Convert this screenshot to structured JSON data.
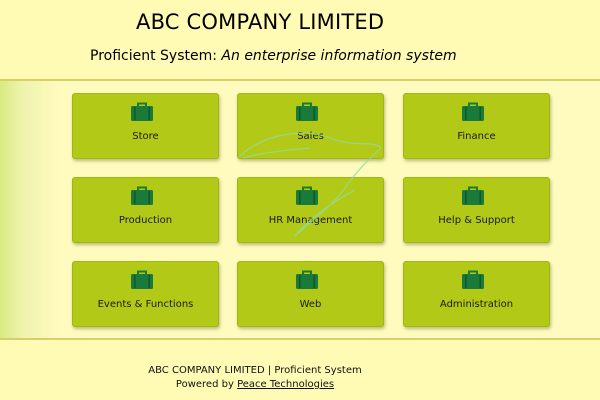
{
  "header": {
    "company_title": "ABC COMPANY LIMITED",
    "system_name": "Proficient System:",
    "system_description": "An enterprise information system"
  },
  "colors": {
    "background": "#fffbb5",
    "tile": "#b3c918",
    "icon": "#1a7a3a",
    "divider": "#d8cf68"
  },
  "tiles": [
    {
      "label": "Store",
      "icon": "briefcase-icon"
    },
    {
      "label": "Sales",
      "icon": "briefcase-icon"
    },
    {
      "label": "Finance",
      "icon": "briefcase-icon"
    },
    {
      "label": "Production",
      "icon": "briefcase-icon"
    },
    {
      "label": "HR Management",
      "icon": "briefcase-icon"
    },
    {
      "label": "Help & Support",
      "icon": "briefcase-icon"
    },
    {
      "label": "Events & Functions",
      "icon": "briefcase-icon"
    },
    {
      "label": "Web",
      "icon": "briefcase-icon"
    },
    {
      "label": "Administration",
      "icon": "briefcase-icon"
    }
  ],
  "footer": {
    "line1": "ABC COMPANY LIMITED | Proficient System",
    "powered_prefix": "Powered by",
    "powered_link": "Peace Technologies"
  }
}
